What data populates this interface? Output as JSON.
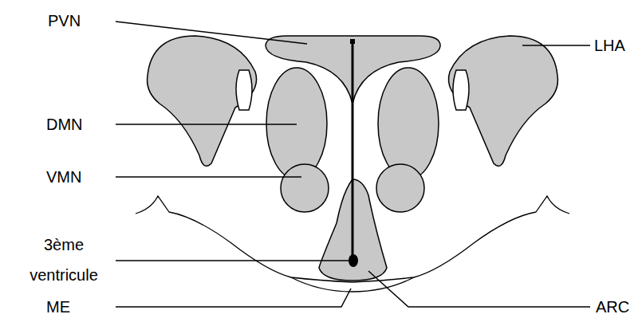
{
  "diagram": {
    "labels": [
      "PVN",
      "LHA",
      "DMN",
      "VMN",
      "3ème ventricule",
      "ME",
      "ARC"
    ]
  }
}
